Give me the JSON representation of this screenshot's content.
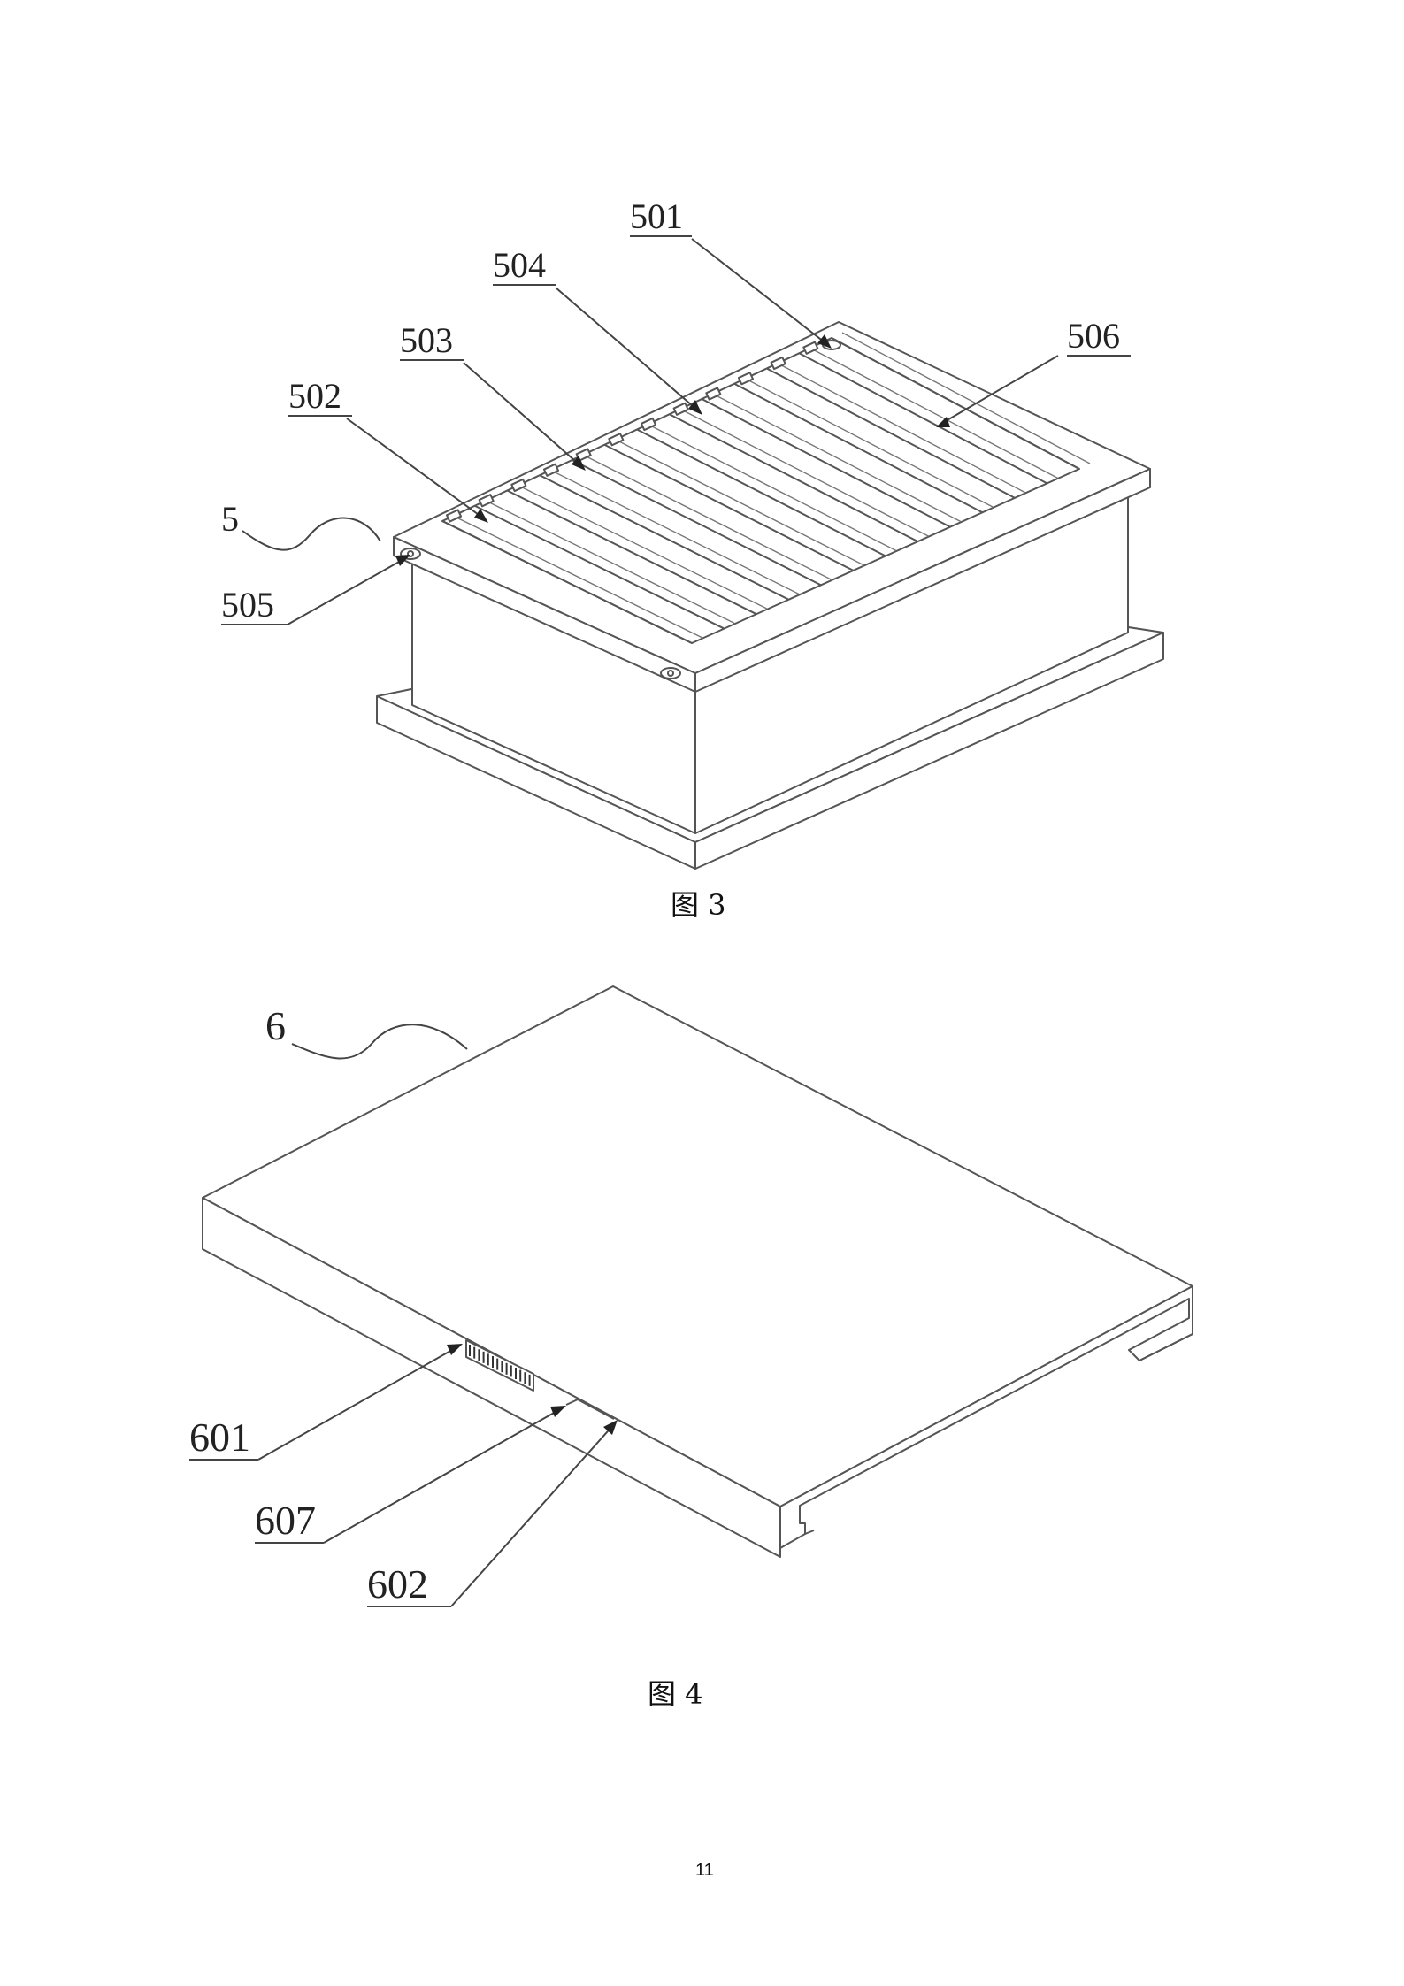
{
  "figures": [
    {
      "caption": "图 3",
      "labels": [
        "501",
        "504",
        "503",
        "506",
        "502",
        "5",
        "505"
      ]
    },
    {
      "caption": "图 4",
      "labels": [
        "6",
        "601",
        "607",
        "602"
      ]
    }
  ],
  "page_number": "11"
}
